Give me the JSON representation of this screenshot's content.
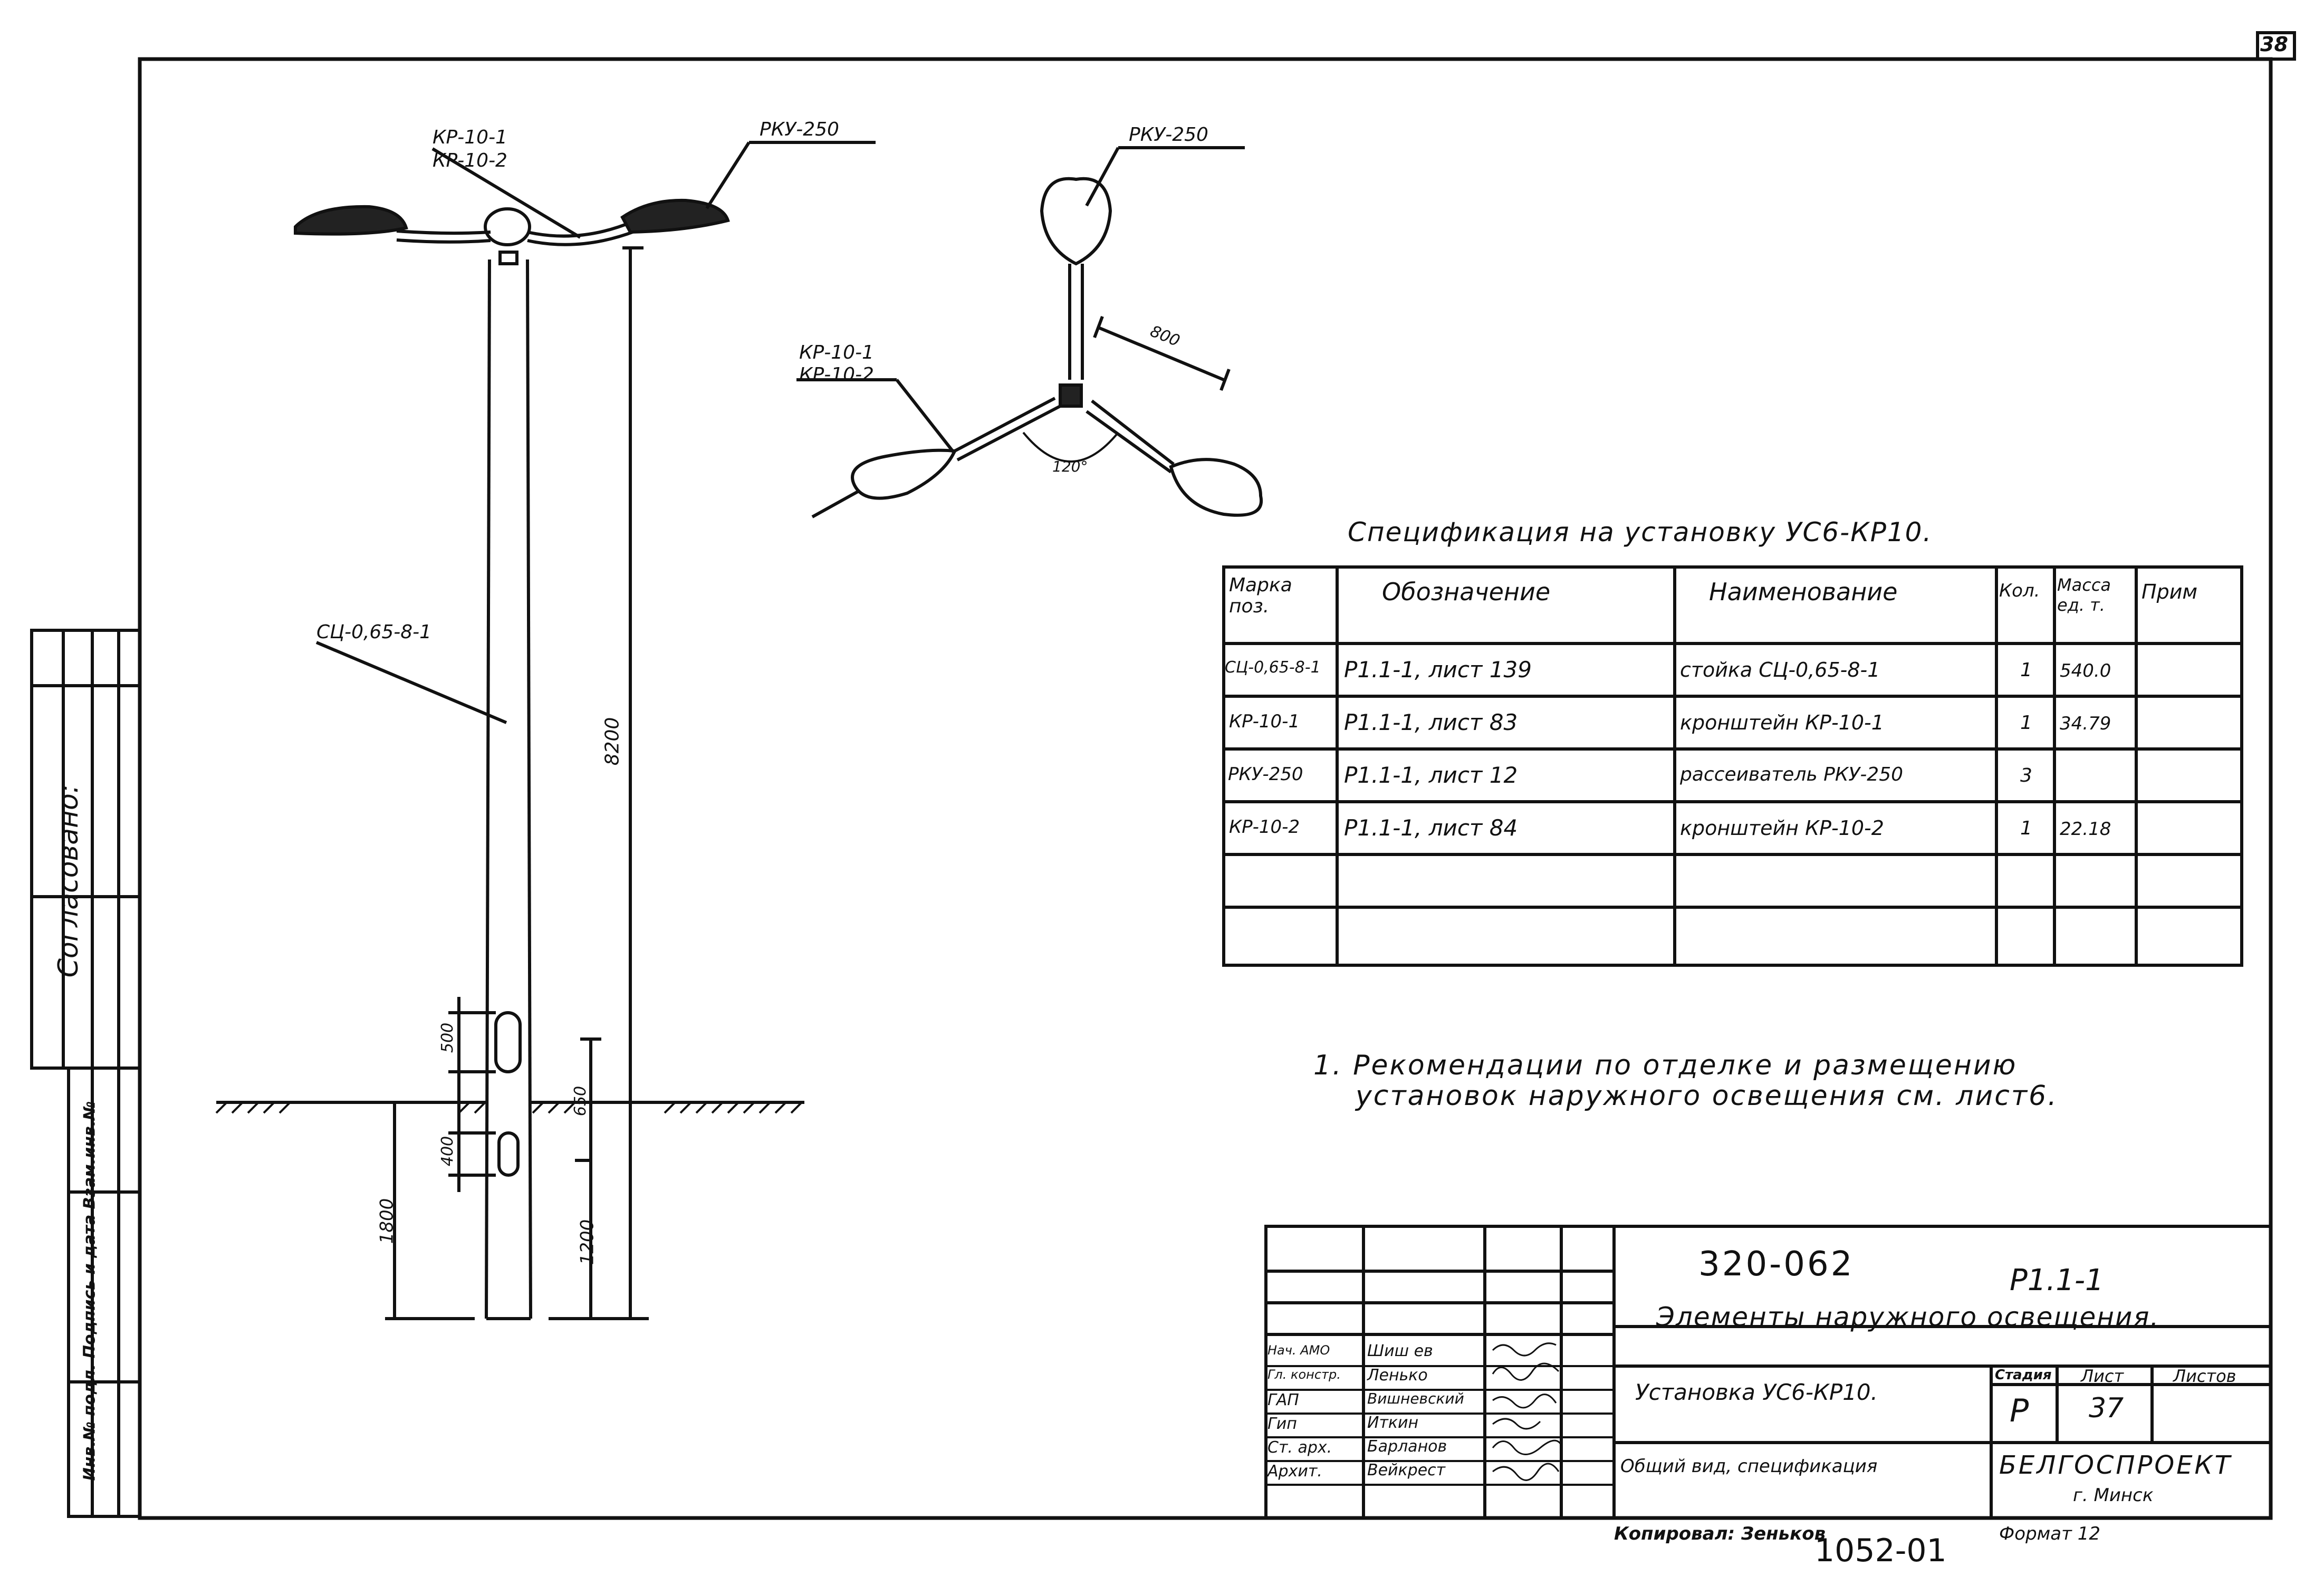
{
  "sheet_corner_number": "38",
  "side_stamp": {
    "agreed_label": "Согласовано:",
    "archive_label": "Инв.№ подл.   Подпись и дата   Взам.инв.№"
  },
  "elevation": {
    "bracket_labels": [
      "КР-10-1",
      "КР-10-2"
    ],
    "luminaire_label": "РКУ-250",
    "pole_label": "СЦ-0,65-8-1",
    "dim_height": "8200",
    "dim_500": "500",
    "dim_650": "650",
    "dim_400": "400",
    "dim_1800": "1800",
    "dim_1200": "1200"
  },
  "plan": {
    "luminaire_label": "РКУ-250",
    "bracket_labels": [
      "КР-10-1",
      "КР-10-2"
    ],
    "dim_arm": "800",
    "angle": "120°"
  },
  "spec": {
    "title": "Спецификация на установку УС6-КР10.",
    "headers": [
      "Марка поз.",
      "Обозначение",
      "Наименование",
      "Кол.",
      "Масса ед. т.",
      "Прим"
    ],
    "rows": [
      [
        "СЦ-0,65-8-1",
        "Р1.1-1,  лист 139",
        "стойка СЦ-0,65-8-1",
        "1",
        "540.0",
        ""
      ],
      [
        "КР-10-1",
        "Р1.1-1,  лист 83",
        "кронштейн КР-10-1",
        "1",
        "34.79",
        ""
      ],
      [
        "РКУ-250",
        "Р1.1-1,  лист 12",
        "рассеиватель РКУ-250",
        "3",
        "",
        ""
      ],
      [
        "КР-10-2",
        "Р1.1-1,  лист 84",
        "кронштейн КР-10-2",
        "1",
        "22.18",
        ""
      ],
      [
        "",
        "",
        "",
        "",
        "",
        ""
      ],
      [
        "",
        "",
        "",
        "",
        "",
        ""
      ]
    ]
  },
  "note": {
    "line1": "1. Рекомендации по отделке и размещению",
    "line2": "установок наружного освещения см. лист6."
  },
  "title_block": {
    "project_code": "320-062",
    "series": "Р1.1-1",
    "subject": "Элементы наружного освещения.",
    "sheet_name": "Установка УС6-КР10.",
    "content": "Общий вид, спецификация",
    "stage_header": "Стадия",
    "sheet_header": "Лист",
    "sheets_header": "Листов",
    "stage": "Р",
    "sheet": "37",
    "org": "БЕЛГОСПРОЕКТ",
    "city": "г. Минск",
    "staff": [
      [
        "Нач. АМО",
        "Шиш ев"
      ],
      [
        "Гл. констр.",
        "Ленько"
      ],
      [
        "ГАП",
        "Вишневский"
      ],
      [
        "Гип",
        "Иткин"
      ],
      [
        "Ст. арх.",
        "Барланов"
      ],
      [
        "Архит.",
        "Вейкрест"
      ]
    ],
    "copied_by": "Копировал: Зеньков",
    "order_number": "1052-01",
    "format": "Формат 12"
  }
}
